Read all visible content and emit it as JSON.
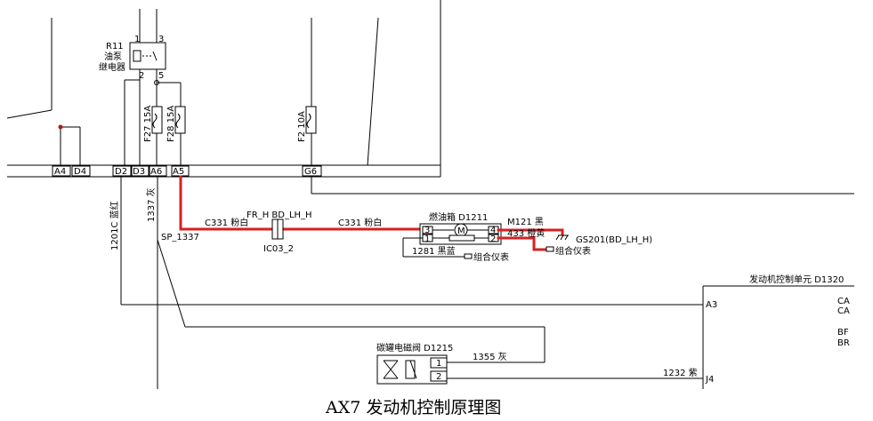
{
  "diagram": {
    "title": "AX7 发动机控制原理图",
    "relay": {
      "name": "R11",
      "desc_line1": "油泵",
      "desc_line2": "继电器",
      "pin1": "1",
      "pin2": "2",
      "pin3": "3",
      "pin5": "5"
    },
    "fuses": {
      "f27": "F27 15A",
      "f28": "F28 15A",
      "f2": "F2 10A"
    },
    "connector_pins": [
      "A4",
      "D4",
      "D2",
      "D3",
      "A6",
      "A5",
      "G6"
    ],
    "vertical_wires": {
      "w1201c": "1201C 蓝红",
      "w1337": "1337 灰"
    },
    "splice": "SP_1337",
    "inline_connector": {
      "top": "FR_H   BD_LH_H",
      "bottom": "IC03_2"
    },
    "wire_c331_left": "C331 粉白",
    "wire_c331_right": "C331 粉白",
    "fuel_tank": {
      "name": "燃油箱 D1211",
      "pin3": "3",
      "pin1": "1",
      "pin4": "4",
      "pin2": "2",
      "motor": "M"
    },
    "wire_m121": "M121 黑",
    "wire_433": "433 橙黄",
    "ground": "GS201(BD_LH_H)",
    "cluster_1": "组合仪表",
    "wire_1281": "1281 黑蓝",
    "cluster_2": "组合仪表",
    "ecu": {
      "name": "发动机控制单元 D1320",
      "pin_a3": "A3",
      "pin_j4": "J4",
      "ca1": "CA",
      "ca2": "CA",
      "br1": "BF",
      "br2": "BR"
    },
    "canister_valve": {
      "name": "碳罐电磁阀 D1215",
      "pin1": "1",
      "pin2": "2"
    },
    "wire_1355": "1355 灰",
    "wire_1232": "1232 紫"
  }
}
